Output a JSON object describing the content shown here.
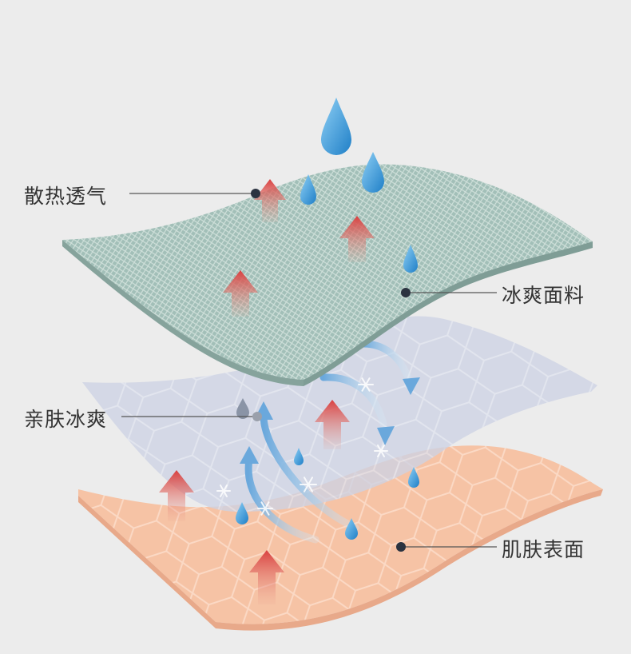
{
  "labels": {
    "heat_dissipation": "散热透气",
    "cool_fabric": "冰爽面料",
    "skin_cool": "亲肤冰爽",
    "skin_surface": "肌肤表面"
  },
  "colors": {
    "background": "#ececec",
    "top_layer": "#9fbcb4",
    "middle_layer": "#c9cfe2",
    "bottom_layer": "#f6c3a5",
    "heat_arrow": "#d64545",
    "water_drop": "#3e9fd8",
    "airflow": "#7ab3e0",
    "leader_line": "#444444"
  }
}
